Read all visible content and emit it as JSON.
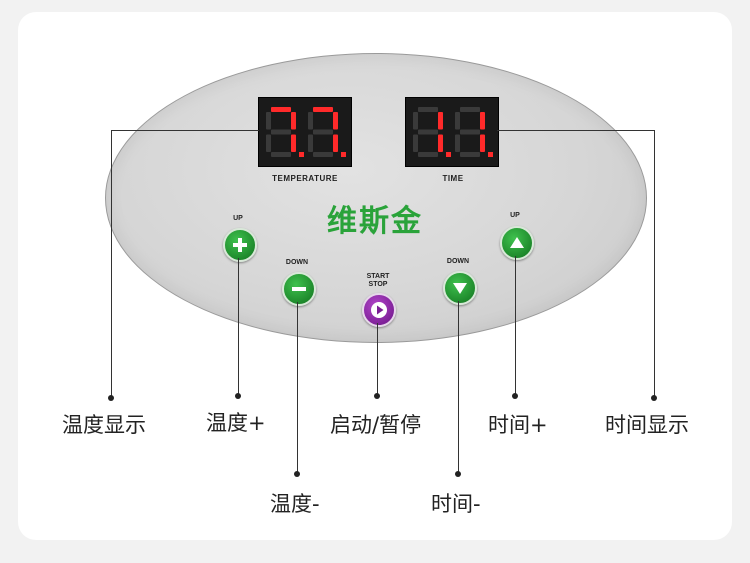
{
  "panel": {
    "brand": "维斯金",
    "temperature_display": {
      "value": "77",
      "label": "TEMPERATURE",
      "color": "#ff2a2a"
    },
    "time_display": {
      "value": "11",
      "label": "TIME",
      "color": "#ff2a2a"
    },
    "buttons": {
      "temp_up": {
        "label": "UP",
        "icon": "plus-icon"
      },
      "temp_down": {
        "label": "DOWN",
        "icon": "minus-icon"
      },
      "start_stop": {
        "label_line1": "START",
        "label_line2": "STOP",
        "icon": "play-icon"
      },
      "time_down": {
        "label": "DOWN",
        "icon": "triangle-down-icon"
      },
      "time_up": {
        "label": "UP",
        "icon": "triangle-up-icon"
      }
    }
  },
  "callouts": {
    "temp_display": "温度显示",
    "temp_plus": "温度+",
    "start_pause": "启动/暂停",
    "time_plus": "时间+",
    "time_display": "时间显示",
    "temp_minus": "温度-",
    "time_minus": "时间-"
  },
  "colors": {
    "button_green": "#1e8a2c",
    "button_purple": "#7c1e96",
    "brand_green": "#2aa33a",
    "led_red": "#ff2a2a"
  }
}
